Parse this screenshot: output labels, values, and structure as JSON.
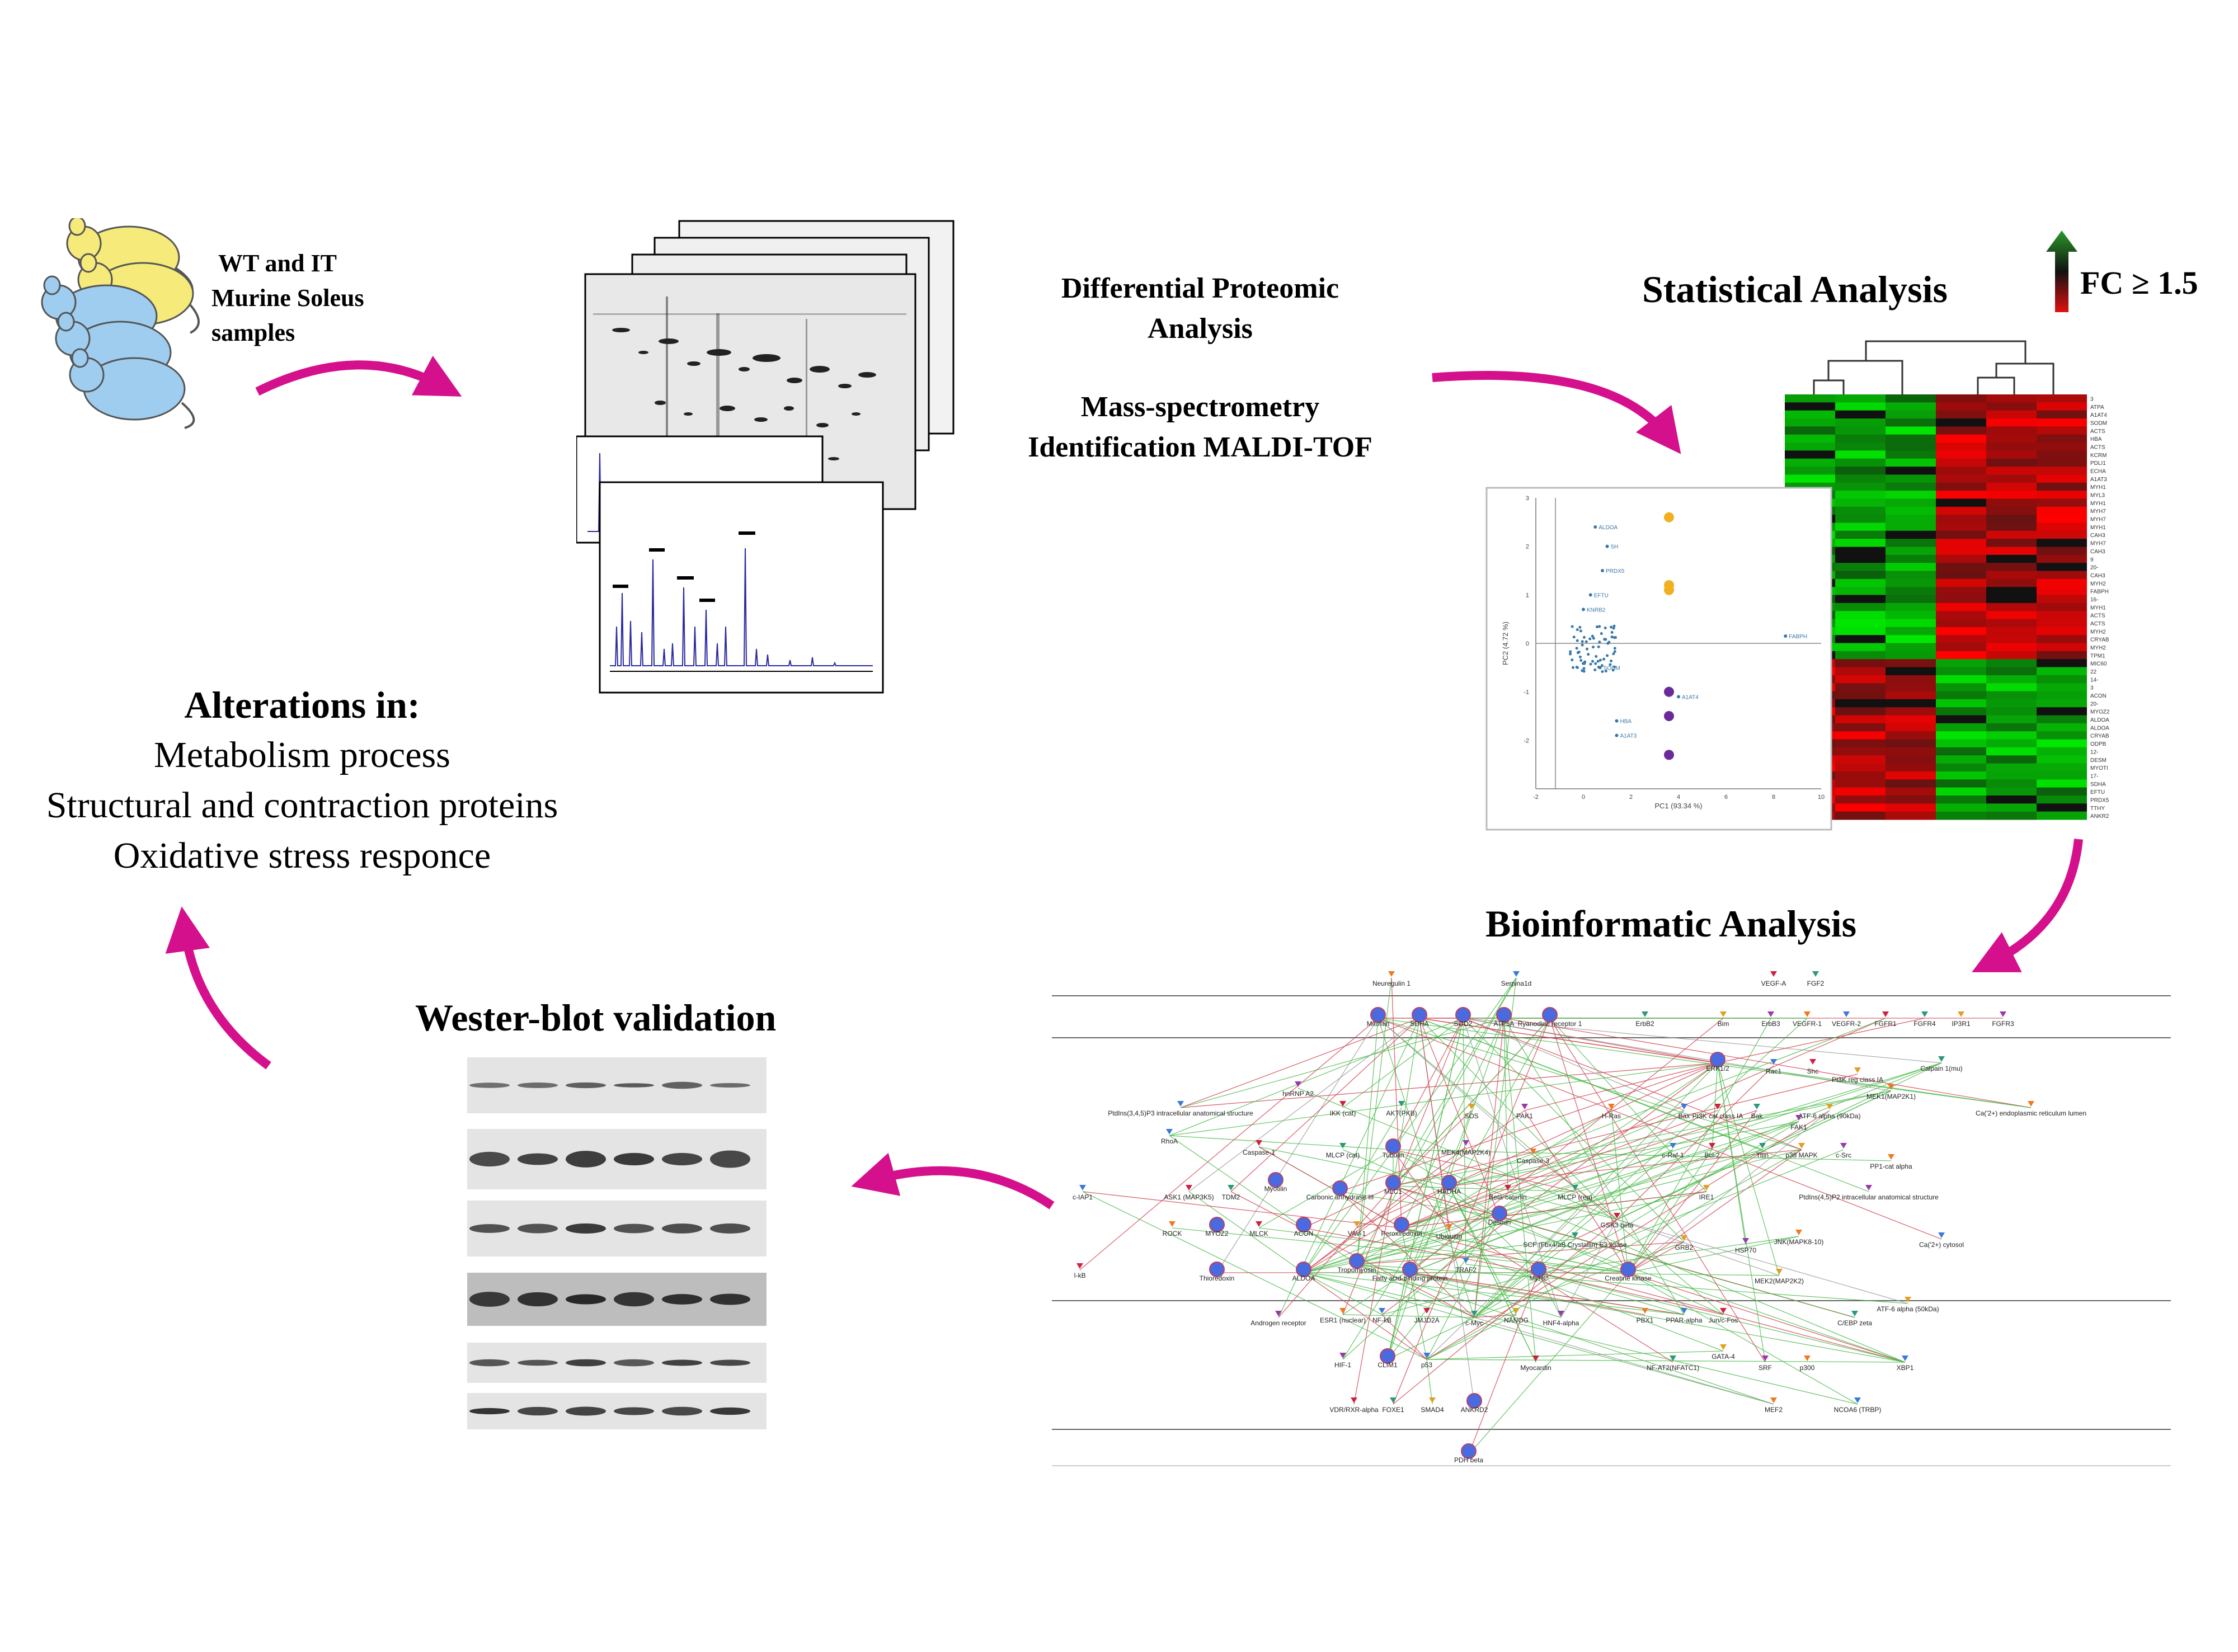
{
  "samples": {
    "line1": "WT and IT",
    "line2": "Murine Soleus",
    "line3": "samples"
  },
  "proteomics": {
    "line1": "Differential Proteomic",
    "line2": "Analysis",
    "line3": "Mass-spectrometry",
    "line4": "Identification MALDI-TOF"
  },
  "statistics": {
    "title": "Statistical Analysis",
    "fc_label": "FC ≥ 1.5"
  },
  "alterations": {
    "title": "Alterations in:",
    "items": [
      "Metabolism process",
      "Structural and contraction proteins",
      "Oxidative stress responce"
    ]
  },
  "western": {
    "title": "Wester-blot validation"
  },
  "bioinformatics": {
    "title": "Bioinformatic Analysis"
  },
  "pca": {
    "xlabel": "PC1 (93.34 %)",
    "ylabel": "PC2 (4.72 %)",
    "xticks": [
      "-2",
      "0",
      "2",
      "4",
      "6",
      "8",
      "10"
    ],
    "yticks": [
      "3",
      "2",
      "1",
      "0",
      "-1",
      "-2"
    ],
    "point_labels": [
      "ALDOA",
      "SH",
      "PRDX5",
      "EFTU",
      "KNRB2",
      "FABPH",
      "A1AT4",
      "HBA",
      "SODM",
      "A1AT3"
    ]
  },
  "heatmap": {
    "row_labels": [
      "3",
      "ATPA",
      "A1AT4",
      "SODM",
      "ACTS",
      "HBA",
      "ACTS",
      "KCRM",
      "PDLI1",
      "ECHA",
      "A1AT3",
      "MYH1",
      "MYL3",
      "MYH1",
      "MYH7",
      "MYH7",
      "MYH1",
      "CAH3",
      "MYH7",
      "CAH3",
      "9",
      "20-",
      "CAH3",
      "MYH2",
      "FABPH",
      "16-",
      "MYH1",
      "ACTS",
      "ACTS",
      "MYH2",
      "CRYAB",
      "MYH2",
      "TPM1",
      "MIC60",
      "22",
      "14-",
      "3",
      "ACON",
      "20-",
      "MYOZ2",
      "ALDOA",
      "ALDOA",
      "CRYAB",
      "ODPB",
      "12-",
      "DESM",
      "MYOTI",
      "17-",
      "SDHA",
      "EFTU",
      "PRDX5",
      "TTHY",
      "ANKR2"
    ]
  },
  "network": {
    "nodes": [
      "Neuregulin 1",
      "Serpina1d",
      "VEGF-A",
      "FGF2",
      "Mitofilin",
      "SDHA",
      "SOD2",
      "ATP5A",
      "Ryanodine receptor 1",
      "ErbB2",
      "Bim",
      "ErbB3",
      "VEGFR-1",
      "VEGFR-2",
      "FGFR1",
      "FGFR4",
      "IP3R1",
      "FGFR3",
      "ERK1/2",
      "Rac1",
      "Shc",
      "Calpain 1(mu)",
      "PI3K reg class IA",
      "hnRNP A2",
      "MEK1(MAP2K1)",
      "PtdIns(3,4,5)P3 intracellular anatomical structure",
      "IKK (cat)",
      "AKT(PKB)",
      "SOS",
      "PAK1",
      "H-Ras",
      "Bax",
      "PI3K cat class IA",
      "Bak",
      "ATF-6 alpha (90kDa)",
      "FAK1",
      "Ca('2+) endoplasmic reticulum lumen",
      "RhoA",
      "Caspase-1",
      "MLCP (cat)",
      "Tubulin",
      "MEK4(MAP2K4)",
      "Caspase-3",
      "c-Raf-1",
      "Bcl-2",
      "Titin",
      "p38 MAPK",
      "c-Src",
      "PP1-cat alpha",
      "c-IAP1",
      "ASK1 (MAP3K5)",
      "TDM2",
      "Myotilin",
      "Carbonic anhydrase III",
      "MLC1",
      "HADHA",
      "Beta-catenin",
      "MLCP (reg)",
      "IRE1",
      "PtdIns(4,5)P2 intracellular anatomical structure",
      "ROCK",
      "MYOZ2",
      "MLCK",
      "ACON",
      "VAV-1",
      "Peroxiredoxin",
      "Ubiquitin",
      "Desmin",
      "GSK3 beta",
      "SCF (Fbx4/aB Crystallin) E3 ligase",
      "GRB2",
      "HSP70",
      "JNK(MAPK8-10)",
      "Ca('2+) cytosol",
      "I-kB",
      "Thioredoxin",
      "ALDOA",
      "Tropomyosin",
      "Fatty acid-binding protein",
      "TRAF2",
      "MyHC",
      "Creatine kinase",
      "MEK2(MAP2K2)",
      "Androgen receptor",
      "ESR1 (nuclear)",
      "NF-kB",
      "JMJD2A",
      "c-Myc",
      "NANOG",
      "HNF4-alpha",
      "PBX1",
      "PPAR-alpha",
      "Jun/c-Fos",
      "C/EBP zeta",
      "ATF-6 alpha (50kDa)",
      "HIF-1",
      "CLIM1",
      "p53",
      "Myocardin",
      "NF-AT2(NFATC1)",
      "GATA-4",
      "SRF",
      "p300",
      "XBP1",
      "VDR/RXR-alpha",
      "FOXE1",
      "SMAD4",
      "ANKRD2",
      "MEF2",
      "NCOA6 (TRBP)",
      "PDH beta"
    ]
  },
  "colors": {
    "arrow": "#d4108c",
    "mouse_wt": "#f5ea7a",
    "mouse_it": "#9ecdf0",
    "heat_up": "#ff1a1a",
    "heat_down": "#22dd22",
    "edge_green": "#4cbb4c",
    "edge_red": "#d04050",
    "pca_blue": "#3a78a8",
    "pca_orange": "#f0b020",
    "pca_purple": "#6a2a9a"
  }
}
